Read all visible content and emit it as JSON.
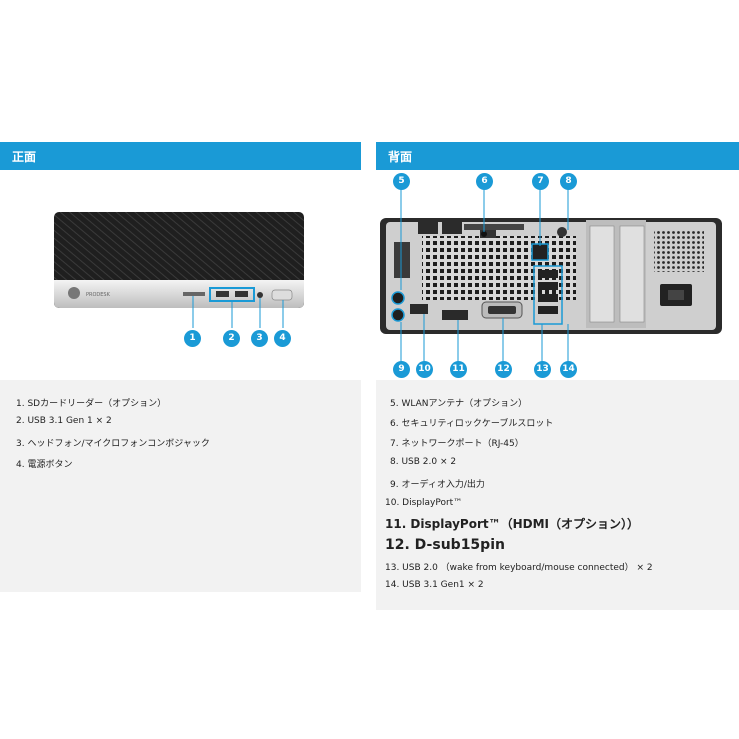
{
  "front": {
    "title": "正面",
    "brand": "PRODESK",
    "callouts": [
      "1",
      "2",
      "3",
      "4"
    ],
    "items": [
      "1. SDカードリーダー（オプション）",
      "2. USB 3.1 Gen 1 × 2",
      "3. ヘッドフォン/マイクロフォンコンボジャック",
      "4. 電源ボタン"
    ]
  },
  "back": {
    "title": "背面",
    "callouts": [
      "5",
      "6",
      "7",
      "8",
      "9",
      "10",
      "11",
      "12",
      "13",
      "14"
    ],
    "items": [
      "5. WLANアンテナ（オプション）",
      "6. セキュリティロックケーブルスロット",
      "7. ネットワークポート（RJ-45）",
      "8. USB 2.0 × 2",
      "9. オーディオ入力/出力",
      "10. DisplayPort™",
      "11.  DisplayPort™（HDMI（オプション））",
      "12.  D-sub15pin",
      "13. USB 2.0 （wake from keyboard/mouse connected） × 2",
      "14. USB 3.1 Gen1 × 2"
    ]
  },
  "colors": {
    "accent": "#1a9ad6",
    "panel_bg": "#f2f2f2"
  }
}
